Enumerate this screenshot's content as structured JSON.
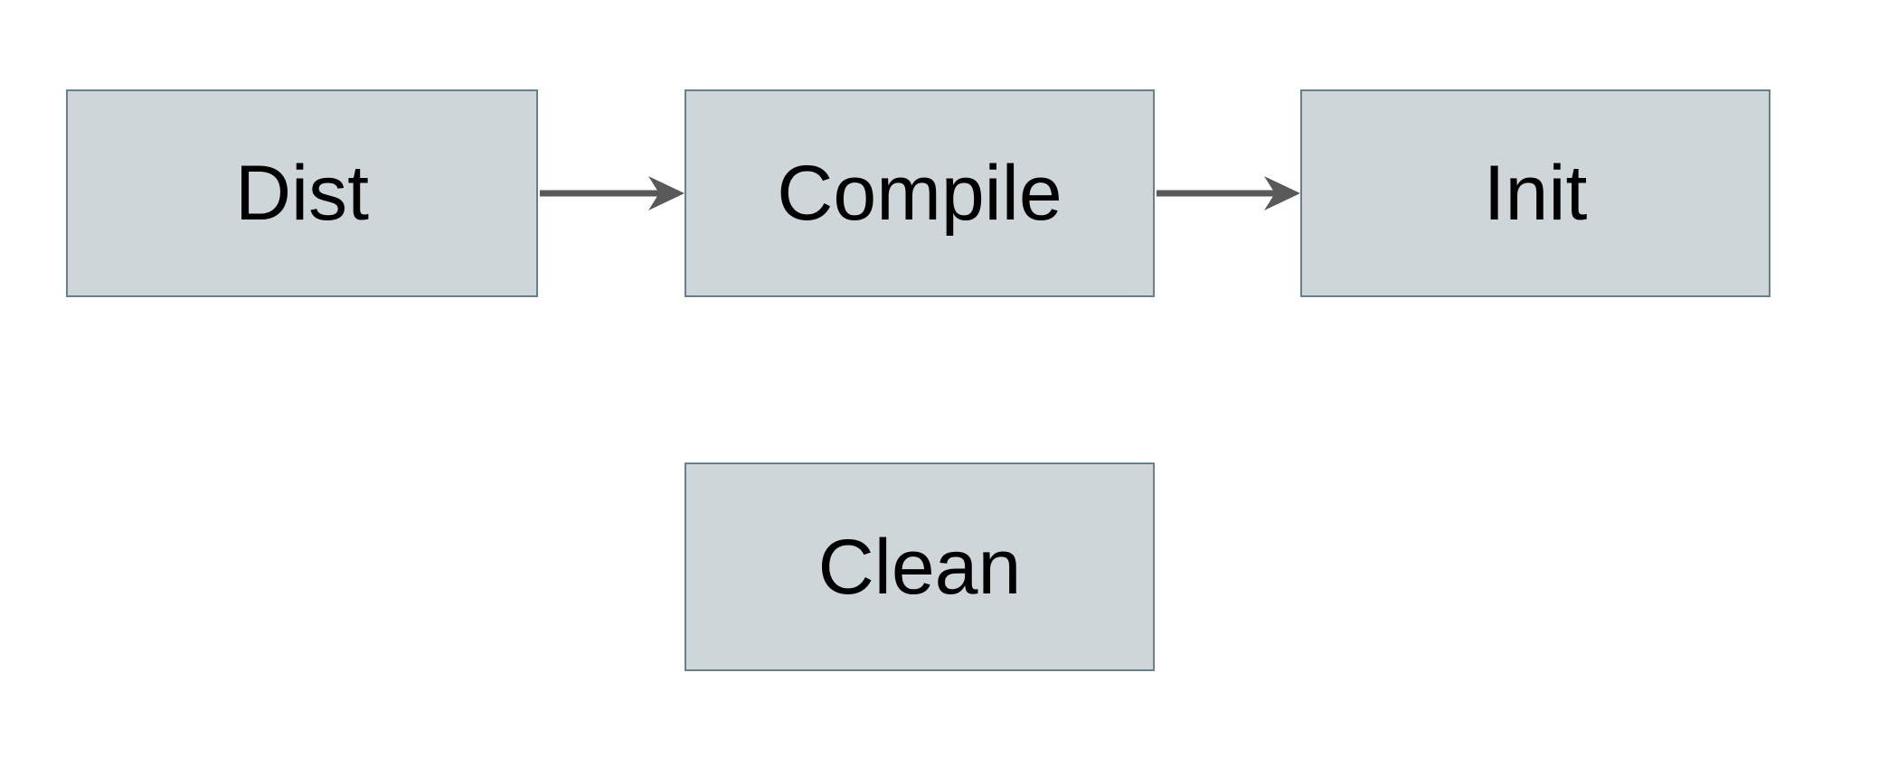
{
  "colors": {
    "page_bg": "#ffffff",
    "node_fill": "#ced6da",
    "node_border": "#66808e",
    "arrow": "#595959",
    "node_text": "#000000"
  },
  "nodes": [
    {
      "id": "dist",
      "label": "Dist"
    },
    {
      "id": "compile",
      "label": "Compile"
    },
    {
      "id": "init",
      "label": "Init"
    },
    {
      "id": "clean",
      "label": "Clean"
    }
  ],
  "edges": [
    {
      "from": "dist",
      "to": "compile"
    },
    {
      "from": "compile",
      "to": "init"
    }
  ]
}
